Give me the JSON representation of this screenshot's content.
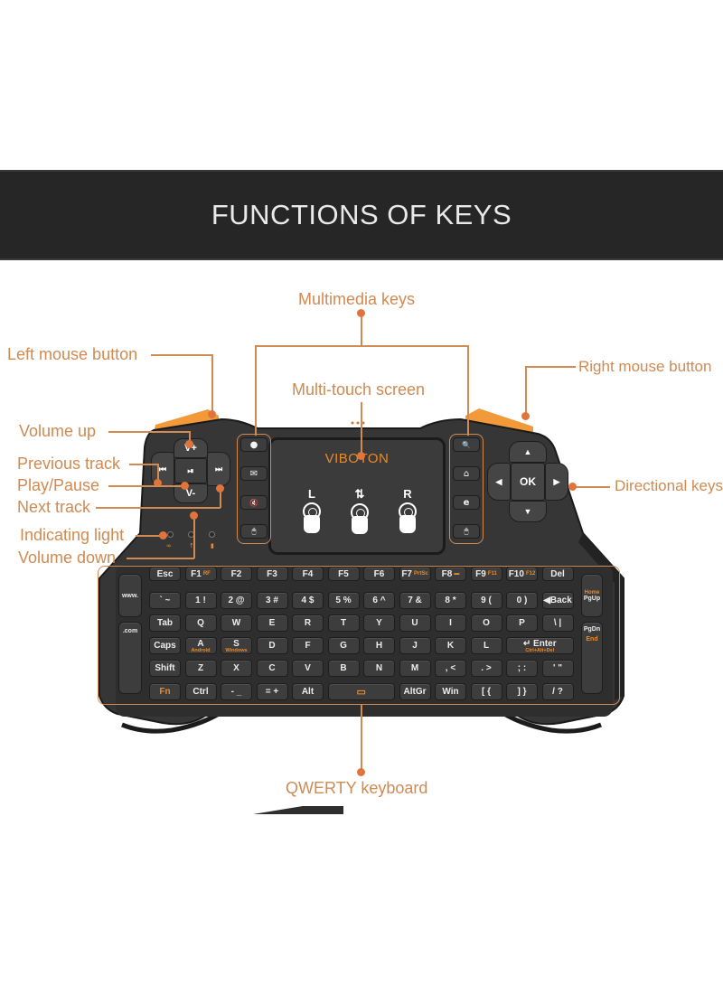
{
  "banner": {
    "title": "FUNCTIONS OF KEYS"
  },
  "callouts": {
    "multimedia_keys": "Multimedia keys",
    "left_mouse_button": "Left mouse button",
    "right_mouse_button": "Right mouse button",
    "multi_touch_screen": "Multi-touch screen",
    "volume_up": "Volume up",
    "previous_track": "Previous track",
    "play_pause": "Play/Pause",
    "next_track": "Next track",
    "indicating_light": "Indicating light",
    "volume_down": "Volume down",
    "directional_keys": "Directional keys",
    "qwerty_keyboard": "QWERTY keyboard"
  },
  "colors": {
    "accent": "#d08a52",
    "key_orange": "#f08a20",
    "body": "#333333",
    "banner": "#262626"
  },
  "device": {
    "brand": "VIBOTON",
    "media_pad": {
      "up": "V+",
      "down": "V-",
      "left": "⏮",
      "center": "⏯",
      "right": "⏭"
    },
    "direction_pad": {
      "up": "▲",
      "down": "▼",
      "left": "◀",
      "right": "▶",
      "center": "OK"
    },
    "left_multimedia_icons": [
      "disc-icon",
      "mail-icon",
      "mute-icon",
      "mouse-icon"
    ],
    "right_multimedia_icons": [
      "search-icon",
      "home-icon",
      "browser-icon",
      "mouse-icon"
    ],
    "left_multimedia_glyphs": [
      "●",
      "✉",
      "🔇",
      "🖱"
    ],
    "right_multimedia_glyphs": [
      "🔍",
      "⌂",
      "e",
      "🖱"
    ],
    "gestures": [
      {
        "label": "L"
      },
      {
        "label": "⇅"
      },
      {
        "label": "R"
      }
    ],
    "indicator_icons": [
      "∞",
      "↑",
      "▮"
    ],
    "side_keys": {
      "www": "www.",
      "com": ".com",
      "home": "Home",
      "pgup": "PgUp",
      "pgdn": "PgDn",
      "end": "End"
    }
  },
  "keyboard": {
    "rows": [
      [
        {
          "k": "Esc"
        },
        {
          "k": "F1",
          "s": "RF"
        },
        {
          "k": "F2"
        },
        {
          "k": "F3"
        },
        {
          "k": "F4"
        },
        {
          "k": "F5"
        },
        {
          "k": "F6"
        },
        {
          "k": "F7",
          "s": "PrtSc"
        },
        {
          "k": "F8",
          "s": "▬"
        },
        {
          "k": "F9",
          "s": "F11"
        },
        {
          "k": "F10",
          "s": "F12"
        },
        {
          "k": "Del"
        }
      ],
      [
        {
          "k": "` ~"
        },
        {
          "k": "1 !"
        },
        {
          "k": "2 @"
        },
        {
          "k": "3 #"
        },
        {
          "k": "4 $"
        },
        {
          "k": "5 %"
        },
        {
          "k": "6 ^"
        },
        {
          "k": "7 &"
        },
        {
          "k": "8 *"
        },
        {
          "k": "9 ("
        },
        {
          "k": "0 )"
        },
        {
          "k": "◀Back"
        }
      ],
      [
        {
          "k": "Tab"
        },
        {
          "k": "Q"
        },
        {
          "k": "W"
        },
        {
          "k": "E"
        },
        {
          "k": "R"
        },
        {
          "k": "T"
        },
        {
          "k": "Y"
        },
        {
          "k": "U"
        },
        {
          "k": "I"
        },
        {
          "k": "O"
        },
        {
          "k": "P"
        },
        {
          "k": "\\ |"
        }
      ],
      [
        {
          "k": "Caps"
        },
        {
          "k": "A",
          "s2": "Android"
        },
        {
          "k": "S",
          "s2": "Windows"
        },
        {
          "k": "D"
        },
        {
          "k": "F"
        },
        {
          "k": "G"
        },
        {
          "k": "H"
        },
        {
          "k": "J"
        },
        {
          "k": "K"
        },
        {
          "k": "L"
        },
        {
          "k": "↵ Enter",
          "s2": "Ctrl+Alt+Del",
          "wide": true
        }
      ],
      [
        {
          "k": "Shift"
        },
        {
          "k": "Z"
        },
        {
          "k": "X"
        },
        {
          "k": "C"
        },
        {
          "k": "V"
        },
        {
          "k": "B"
        },
        {
          "k": "N"
        },
        {
          "k": "M"
        },
        {
          "k": ", <"
        },
        {
          "k": ". >"
        },
        {
          "k": "; :"
        },
        {
          "k": "' \""
        }
      ],
      [
        {
          "k": "Fn",
          "orange": true
        },
        {
          "k": "Ctrl"
        },
        {
          "k": "- _"
        },
        {
          "k": "= +"
        },
        {
          "k": "Alt"
        },
        {
          "k": "▭",
          "space": true
        },
        {
          "k": "AltGr"
        },
        {
          "k": "Win"
        },
        {
          "k": "[ {"
        },
        {
          "k": "] }"
        },
        {
          "k": "/ ?"
        }
      ]
    ]
  }
}
